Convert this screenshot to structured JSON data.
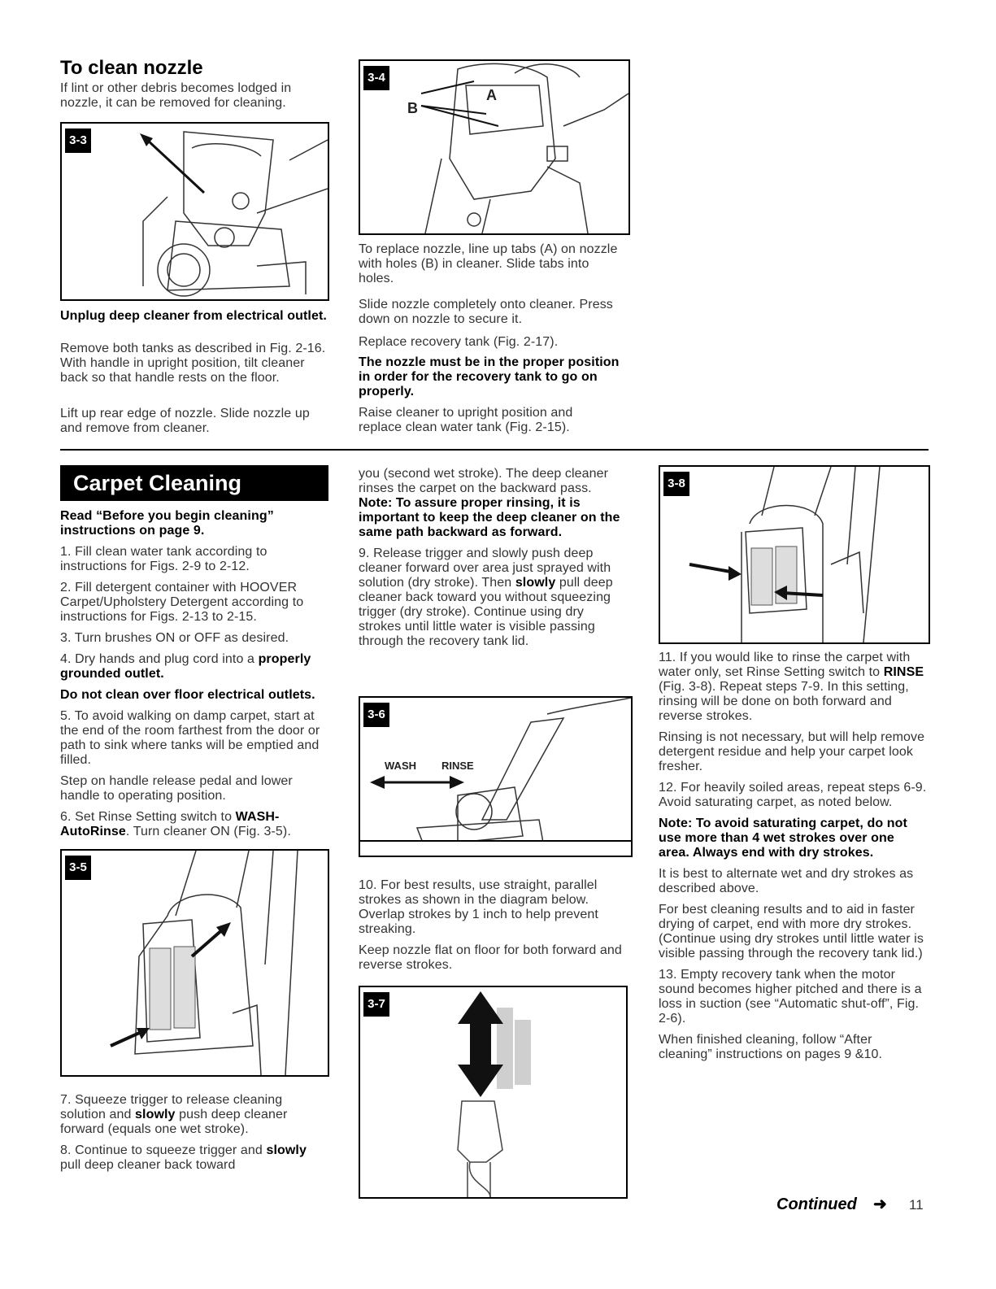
{
  "nozzle": {
    "title": "To clean nozzle",
    "intro": "If lint or other debris becomes lodged in nozzle, it can be removed for cleaning.",
    "fig_3_3": "3-3",
    "unplug": "Unplug deep cleaner from electrical outlet.",
    "remove_tanks": "Remove both tanks as described in Fig. 2-16. With handle in upright position, tilt cleaner back so that handle rests on the floor.",
    "lift": "Lift up rear edge of nozzle. Slide nozzle up and remove from cleaner.",
    "fig_3_4": "3-4",
    "label_a": "A",
    "label_b": "B",
    "replace": "To replace nozzle, line up tabs (A) on nozzle with holes (B) in cleaner. Slide tabs into holes.",
    "slide": "Slide nozzle completely onto cleaner. Press down on nozzle to secure it.",
    "replace_tank": "Replace recovery tank (Fig. 2-17).",
    "proper": "The nozzle must be in the proper position in order for the recovery tank to go on properly.",
    "raise": "Raise cleaner to upright position and replace clean water tank (Fig. 2-15)."
  },
  "carpet": {
    "banner": "Carpet Cleaning",
    "read": "Read “Before you begin cleaning” instructions on page 9.",
    "s1": "1. Fill clean water tank according to instructions for Figs. 2-9 to 2-12.",
    "s2": "2. Fill detergent container with HOOVER Carpet/Upholstery Detergent according to instructions for Figs. 2-13 to 2-15.",
    "s3": "3. Turn brushes ON or OFF as desired.",
    "s4a": "4. Dry hands and plug cord into a ",
    "s4b": "properly grounded outlet.",
    "donot": "Do not clean over floor electrical outlets.",
    "s5": "5. To avoid walking on damp carpet, start at the end of the room farthest from the door or path to sink where tanks will be emptied and filled.",
    "step_pedal": "Step on handle release pedal and lower handle to operating position.",
    "s6a": "6. Set Rinse Setting switch to ",
    "s6b": "WASH-AutoRinse",
    "s6c": ". Turn cleaner ON (Fig. 3-5).",
    "fig_3_5": "3-5",
    "s7a": "7. Squeeze trigger to release cleaning solution and ",
    "s7b": "slowly",
    "s7c": " push deep cleaner forward (equals one wet stroke).",
    "s8a": "8. Continue to squeeze trigger and ",
    "s8b": "slowly",
    "s8c": " pull deep cleaner back toward",
    "c2a": "you (second wet stroke). The deep cleaner rinses the carpet on the backward pass. ",
    "c2b": "Note: To assure proper rinsing, it is important to keep the deep cleaner on the same path backward as forward.",
    "s9a": "9. Release trigger and slowly push deep cleaner forward over area just sprayed with solution (dry stroke). Then ",
    "s9b": "slowly",
    "s9c": " pull deep cleaner back toward you without squeezing trigger (dry stroke). Continue using dry strokes until little water is visible passing through the recovery tank lid.",
    "fig_3_6": "3-6",
    "wash": "WASH",
    "rinse": "RINSE",
    "s10": "10. For best results, use straight, parallel strokes as shown in the diagram below. Overlap strokes by 1 inch to help prevent streaking.",
    "keep_flat": "Keep nozzle flat on floor for both forward and reverse strokes.",
    "fig_3_7": "3-7",
    "fig_3_8": "3-8",
    "s11a": "11. If you would like to rinse the carpet with water only, set Rinse Setting switch to ",
    "s11b": "RINSE",
    "s11c": " (Fig. 3-8). Repeat steps 7-9. In this setting, rinsing will be done on both forward and reverse strokes.",
    "rinsing": "Rinsing is not necessary, but will help remove detergent residue and help your carpet look fresher.",
    "s12": "12. For heavily soiled areas, repeat steps 6-9. Avoid saturating carpet, as noted below.",
    "note": "Note: To avoid saturating carpet, do not use more than 4 wet strokes over one area. Always end with dry strokes.",
    "alternate": "It is best to alternate wet and dry strokes as described above.",
    "best": "For best cleaning results and to aid in faster drying of carpet, end with more dry strokes. (Continue using dry strokes until little water is visible passing through the recovery tank lid.)",
    "s13": "13. Empty recovery tank when the motor sound becomes higher pitched and there is a loss in suction (see “Automatic shut-off”, Fig. 2-6).",
    "finished": "When finished cleaning, follow “After cleaning” instructions on pages 9 &10."
  },
  "footer": {
    "continued": "Continued",
    "arrow": "arrow-right-icon",
    "page": "11"
  }
}
